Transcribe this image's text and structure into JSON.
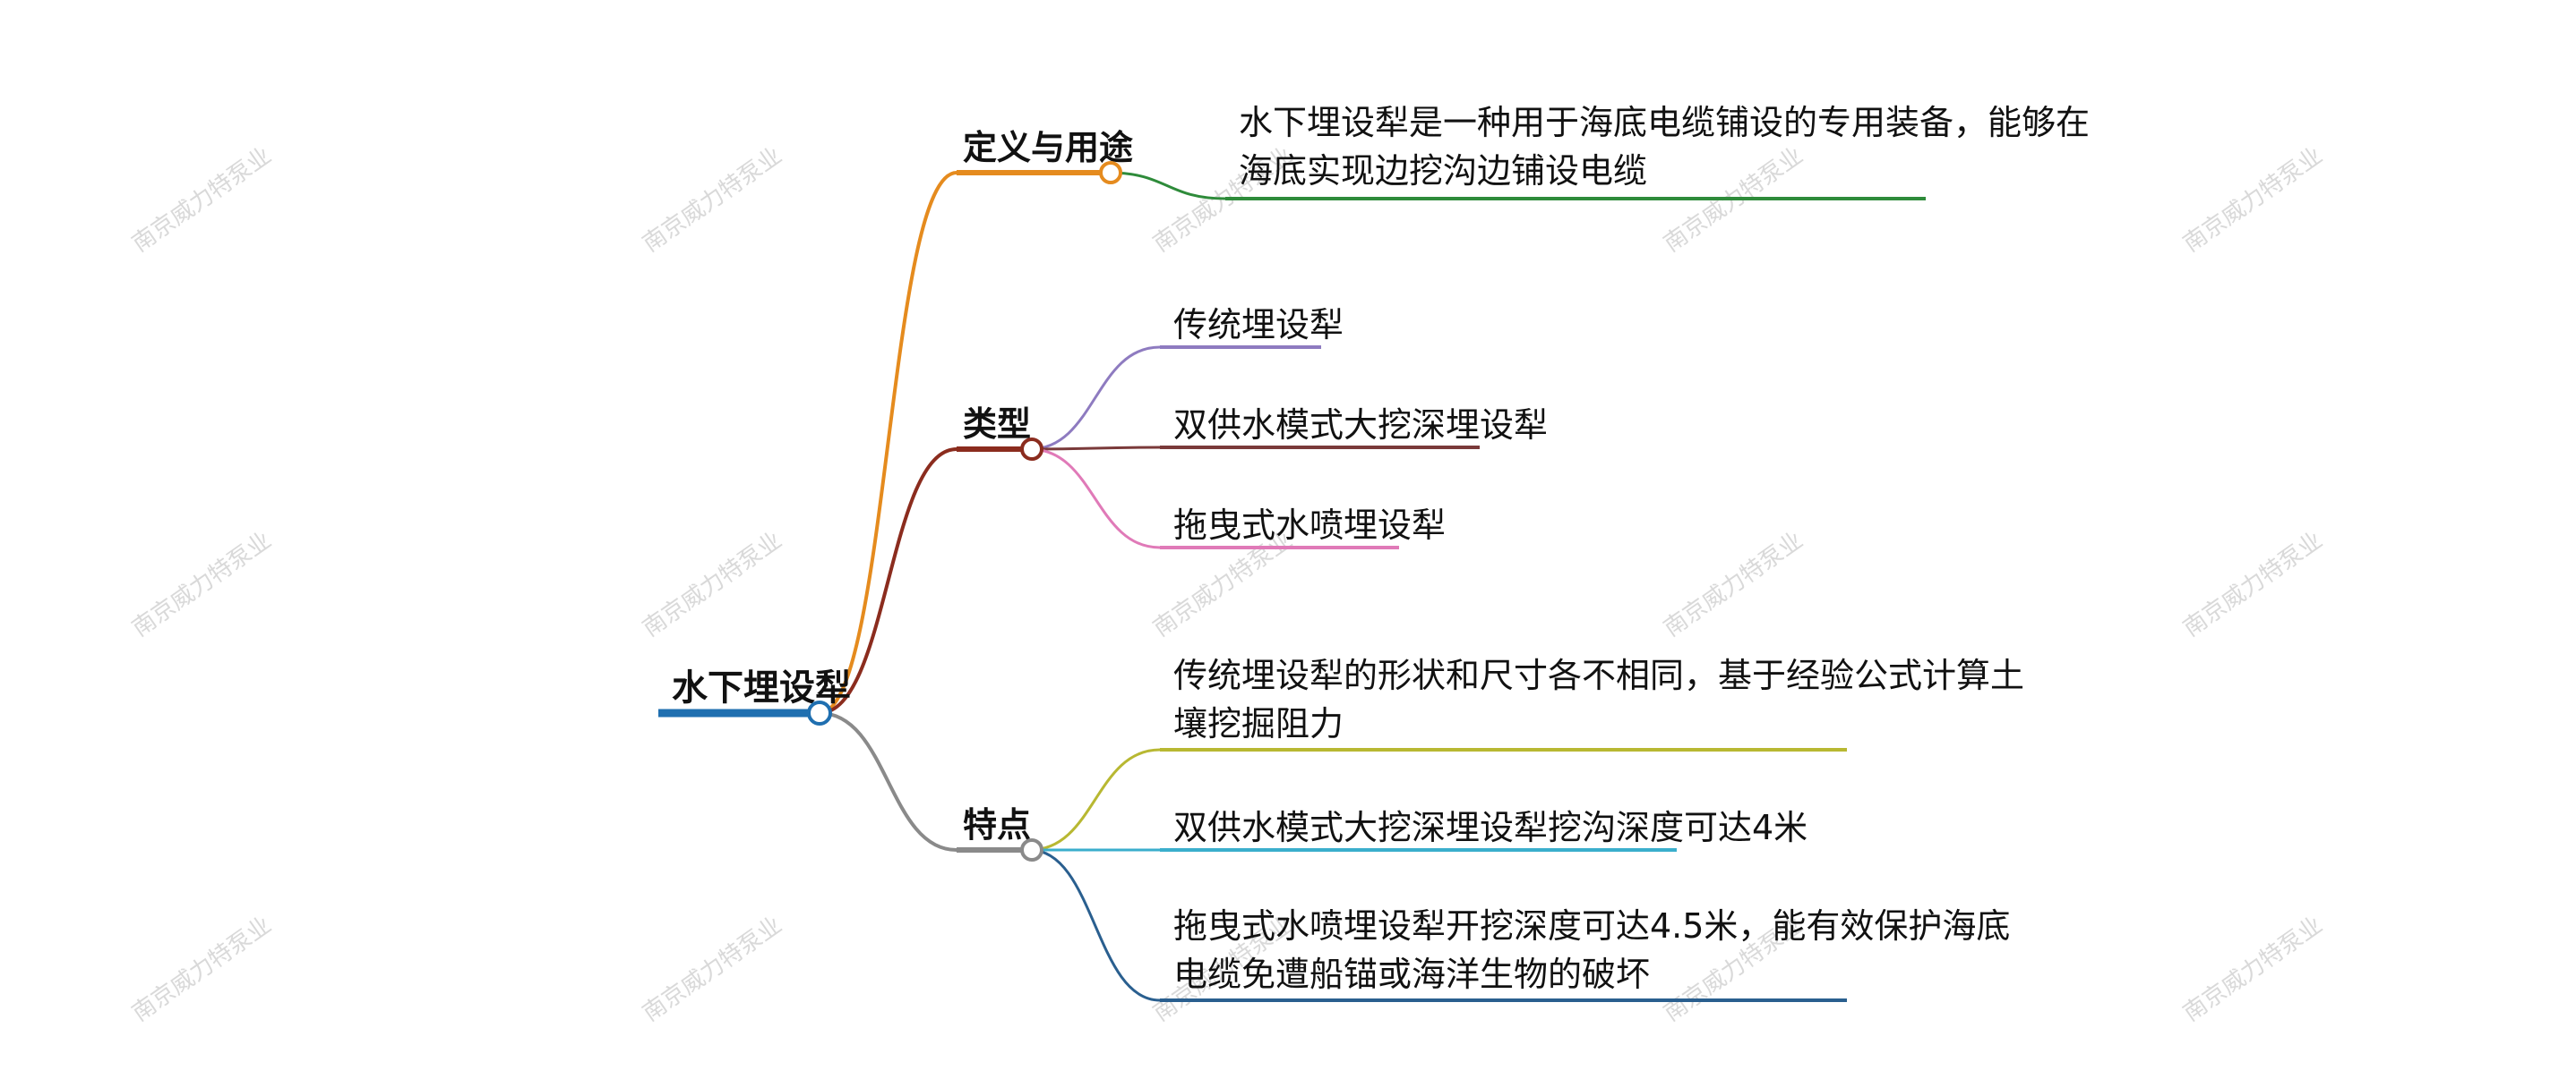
{
  "root": {
    "label": "水下埋设犁",
    "color": "#1f6fb0"
  },
  "branches": [
    {
      "id": "definition",
      "label": "定义与用途",
      "color": "#e58b1e",
      "leaves": [
        {
          "lines": [
            "水下埋设犁是一种用于海底电缆铺设的专用装备，能够在",
            "海底实现边挖沟边铺设电缆"
          ],
          "color": "#2e8b3a"
        }
      ]
    },
    {
      "id": "types",
      "label": "类型",
      "color": "#8b2c1e",
      "leaves": [
        {
          "lines": [
            "传统埋设犁"
          ],
          "color": "#8e7bc0"
        },
        {
          "lines": [
            "双供水模式大挖深埋设犁"
          ],
          "color": "#7a3a3a"
        },
        {
          "lines": [
            "拖曳式水喷埋设犁"
          ],
          "color": "#e07ab8"
        }
      ]
    },
    {
      "id": "features",
      "label": "特点",
      "color": "#8a8a8a",
      "leaves": [
        {
          "lines": [
            "传统埋设犁的形状和尺寸各不相同，基于经验公式计算土",
            "壤挖掘阻力"
          ],
          "color": "#b8b832"
        },
        {
          "lines": [
            "双供水模式大挖深埋设犁挖沟深度可达4米"
          ],
          "color": "#3aaecc"
        },
        {
          "lines": [
            "拖曳式水喷埋设犁开挖深度可达4.5米，能有效保护海底",
            "电缆免遭船锚或海洋生物的破坏"
          ],
          "color": "#2a5f8f"
        }
      ]
    }
  ],
  "watermark": "南京威力特泵业"
}
